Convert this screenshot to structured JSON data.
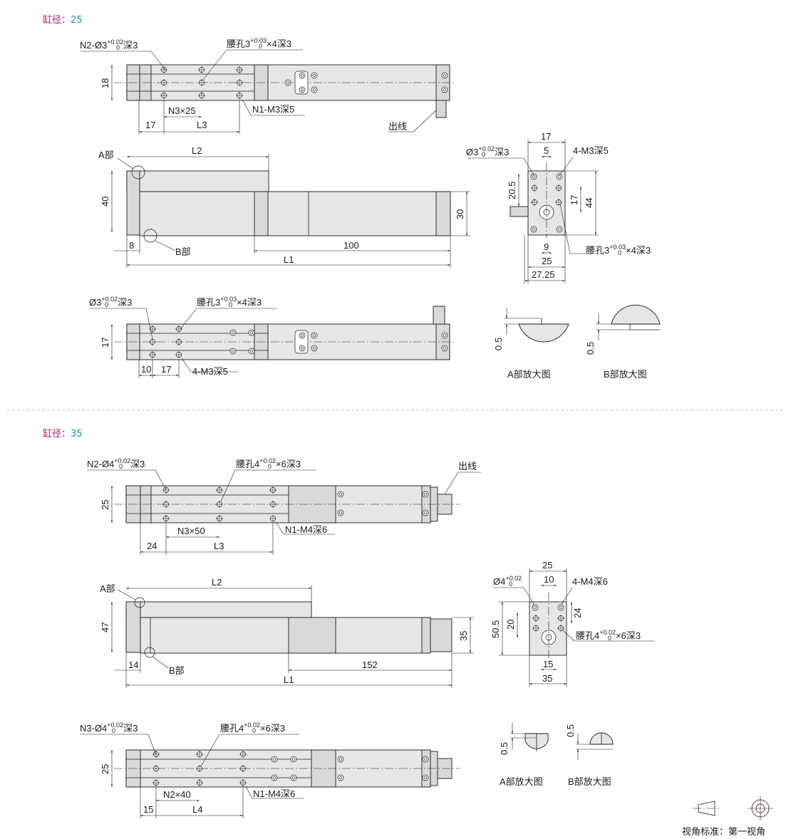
{
  "sections": [
    {
      "label": "缸径：",
      "bore": "25",
      "top_view": {
        "callout_holes": "N2-Ø3",
        "callout_holes_tol_top": "+0.02",
        "callout_holes_tol_bot": "0",
        "callout_holes_depth": "深3",
        "callout_slot": "腰孔3",
        "callout_slot_tol_top": "+0.03",
        "callout_slot_tol_bot": "0",
        "callout_slot_suffix": "×4深3",
        "dim_height": "18",
        "dim_offset": "17",
        "dim_pitch": "N3×25",
        "dim_l3": "L3",
        "callout_thread": "N1-M3深5",
        "outlet": "出线"
      },
      "side_view": {
        "label_a": "A部",
        "label_b": "B部",
        "dim_l2": "L2",
        "dim_height": "40",
        "dim_right": "30",
        "dim_left": "8",
        "dim_stroke": "100",
        "dim_l1": "L1"
      },
      "end_view": {
        "dim_width_top": "17",
        "dim_inner": "5",
        "callout_hole": "Ø3",
        "callout_hole_tol_top": "+0.02",
        "callout_hole_tol_bot": "0",
        "callout_hole_depth": "深3",
        "callout_thread": "4-M3深5",
        "dim_left": "20.5",
        "dim_right_a": "17",
        "dim_right_b": "44",
        "dim_bottom_a": "9",
        "dim_bottom_b": "25",
        "dim_bottom_c": "27.25",
        "callout_slot": "腰孔3",
        "callout_slot_tol_top": "+0.03",
        "callout_slot_tol_bot": "0",
        "callout_slot_suffix": "×4深3"
      },
      "bottom_view": {
        "callout_hole": "Ø3",
        "callout_hole_tol_top": "+0.02",
        "callout_hole_tol_bot": "0",
        "callout_hole_depth": "深3",
        "callout_slot": "腰孔3",
        "callout_slot_tol_top": "+0.03",
        "callout_slot_tol_bot": "0",
        "callout_slot_suffix": "×4深3",
        "dim_height": "17",
        "dim_a": "10",
        "dim_b": "17",
        "callout_thread": "4-M3深5"
      },
      "detail": {
        "dim_a": "0.5",
        "dim_b": "0.5",
        "label_a": "A部放大图",
        "label_b": "B部放大图"
      }
    },
    {
      "label": "缸径：",
      "bore": "35",
      "top_view": {
        "callout_holes": "N2-Ø4",
        "callout_holes_tol_top": "+0.02",
        "callout_holes_tol_bot": "0",
        "callout_holes_depth": "深3",
        "callout_slot": "腰孔4",
        "callout_slot_tol_top": "+0.02",
        "callout_slot_tol_bot": "0",
        "callout_slot_suffix": "×6深3",
        "dim_height": "25",
        "dim_offset": "24",
        "dim_pitch": "N3×50",
        "dim_l3": "L3",
        "callout_thread": "N1-M4深6",
        "outlet": "出线"
      },
      "side_view": {
        "label_a": "A部",
        "label_b": "B部",
        "dim_l2": "L2",
        "dim_height": "47",
        "dim_right": "35",
        "dim_left": "14",
        "dim_stroke": "152",
        "dim_l1": "L1"
      },
      "end_view": {
        "dim_width_top": "25",
        "dim_inner": "10",
        "callout_hole": "Ø4",
        "callout_hole_tol_top": "+0.02",
        "callout_hole_tol_bot": "0",
        "callout_thread": "4-M4深6",
        "dim_left_a": "50.5",
        "dim_left_b": "20",
        "dim_right": "24",
        "dim_bottom_a": "15",
        "dim_bottom_b": "35",
        "callout_slot": "腰孔4",
        "callout_slot_tol_top": "+0.02",
        "callout_slot_tol_bot": "0",
        "callout_slot_suffix": "×6深3"
      },
      "bottom_view": {
        "callout_holes": "N3-Ø4",
        "callout_holes_tol_top": "+0.02",
        "callout_holes_tol_bot": "0",
        "callout_holes_depth": "深3",
        "callout_slot": "腰孔4",
        "callout_slot_tol_top": "+0.02",
        "callout_slot_tol_bot": "0",
        "callout_slot_suffix": "×6深3",
        "dim_height": "25",
        "dim_offset": "15",
        "dim_pitch": "N2×40",
        "dim_l4": "L4",
        "callout_thread": "N1-M4深6"
      },
      "detail": {
        "dim_a": "0.5",
        "dim_b": "0.5",
        "label_a": "A部放大图",
        "label_b": "B部放大图"
      }
    }
  ],
  "projection_note": "视角标准：第一视角",
  "colors": {
    "label": "#b0197a",
    "value": "#1e8fc6",
    "line": "#231815",
    "fill": "#e6e6e6"
  }
}
